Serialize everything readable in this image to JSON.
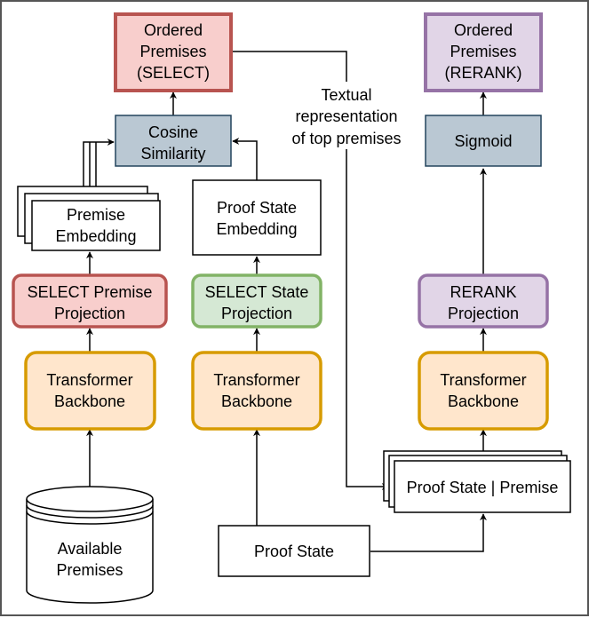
{
  "colors": {
    "select_fill": "#f8cecc",
    "select_stroke": "#b85450",
    "rerank_fill": "#e1d5e7",
    "rerank_stroke": "#9673a6",
    "neutral_fill": "#bac8d3",
    "neutral_stroke": "#23445d",
    "state_fill": "#d5e8d4",
    "state_stroke": "#82b366",
    "backbone_fill": "#ffe6cc",
    "backbone_stroke": "#d79b00",
    "plain_fill": "#ffffff",
    "line": "#000000",
    "frame": "#555555"
  },
  "nodes": {
    "ordered_select": [
      "Ordered",
      "Premises",
      "(SELECT)"
    ],
    "ordered_rerank": [
      "Ordered",
      "Premises",
      "(RERANK)"
    ],
    "cosine": [
      "Cosine",
      "Similarity"
    ],
    "sigmoid": [
      "Sigmoid"
    ],
    "premise_embedding": [
      "Premise",
      "Embedding"
    ],
    "state_embedding": [
      "Proof State",
      "Embedding"
    ],
    "select_premise_proj": [
      "SELECT Premise",
      "Projection"
    ],
    "select_state_proj": [
      "SELECT State",
      "Projection"
    ],
    "rerank_proj": [
      "RERANK",
      "Projection"
    ],
    "backbone_left": [
      "Transformer",
      "Backbone"
    ],
    "backbone_mid": [
      "Transformer",
      "Backbone"
    ],
    "backbone_right": [
      "Transformer",
      "Backbone"
    ],
    "available_premises": [
      "Available",
      "Premises"
    ],
    "proof_state": [
      "Proof State"
    ],
    "state_premise_pair": [
      "Proof State | Premise"
    ]
  },
  "annotations": {
    "textual_repr": [
      "Textual",
      "representation",
      "of top premises"
    ]
  }
}
